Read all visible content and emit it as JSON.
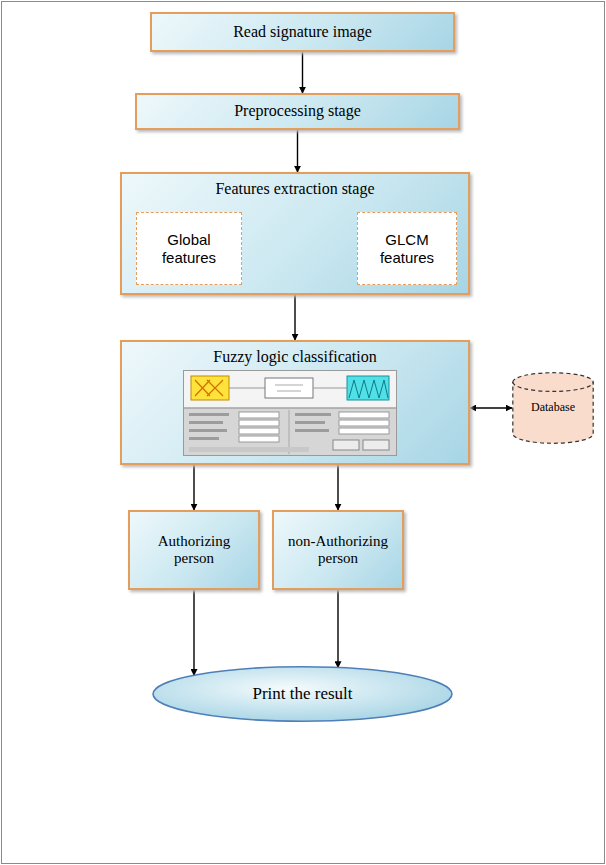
{
  "diagram": {
    "nodes": [
      {
        "text": [
          "Read signature image"
        ]
      },
      {
        "text": [
          "Preprocessing stage"
        ]
      },
      {
        "text": [
          "Features extraction stage"
        ]
      },
      {
        "text": [
          "Global features"
        ],
        "in": 2
      },
      {
        "text": [
          "GLCM features"
        ],
        "in": 2
      },
      {
        "text": [
          "Fuzzy logic classification"
        ]
      },
      {
        "text": [
          "Database"
        ]
      },
      {
        "text": [
          "Authorizing person"
        ]
      },
      {
        "text": [
          "non-Authorizing person"
        ]
      },
      {
        "text": [
          "Print the result"
        ]
      }
    ],
    "edges": [
      {
        "from": 0,
        "to": 1,
        "arrow": "to"
      },
      {
        "from": 1,
        "to": 2,
        "arrow": "to"
      },
      {
        "from": 2,
        "to": 5,
        "arrow": "to"
      },
      {
        "from": 5,
        "to": 6,
        "arrow": "both"
      },
      {
        "from": 5,
        "to": 7,
        "arrow": "to"
      },
      {
        "from": 5,
        "to": 8,
        "arrow": "to"
      },
      {
        "from": 7,
        "to": 9,
        "arrow": "to"
      },
      {
        "from": 8,
        "to": 9,
        "arrow": "to"
      }
    ]
  }
}
